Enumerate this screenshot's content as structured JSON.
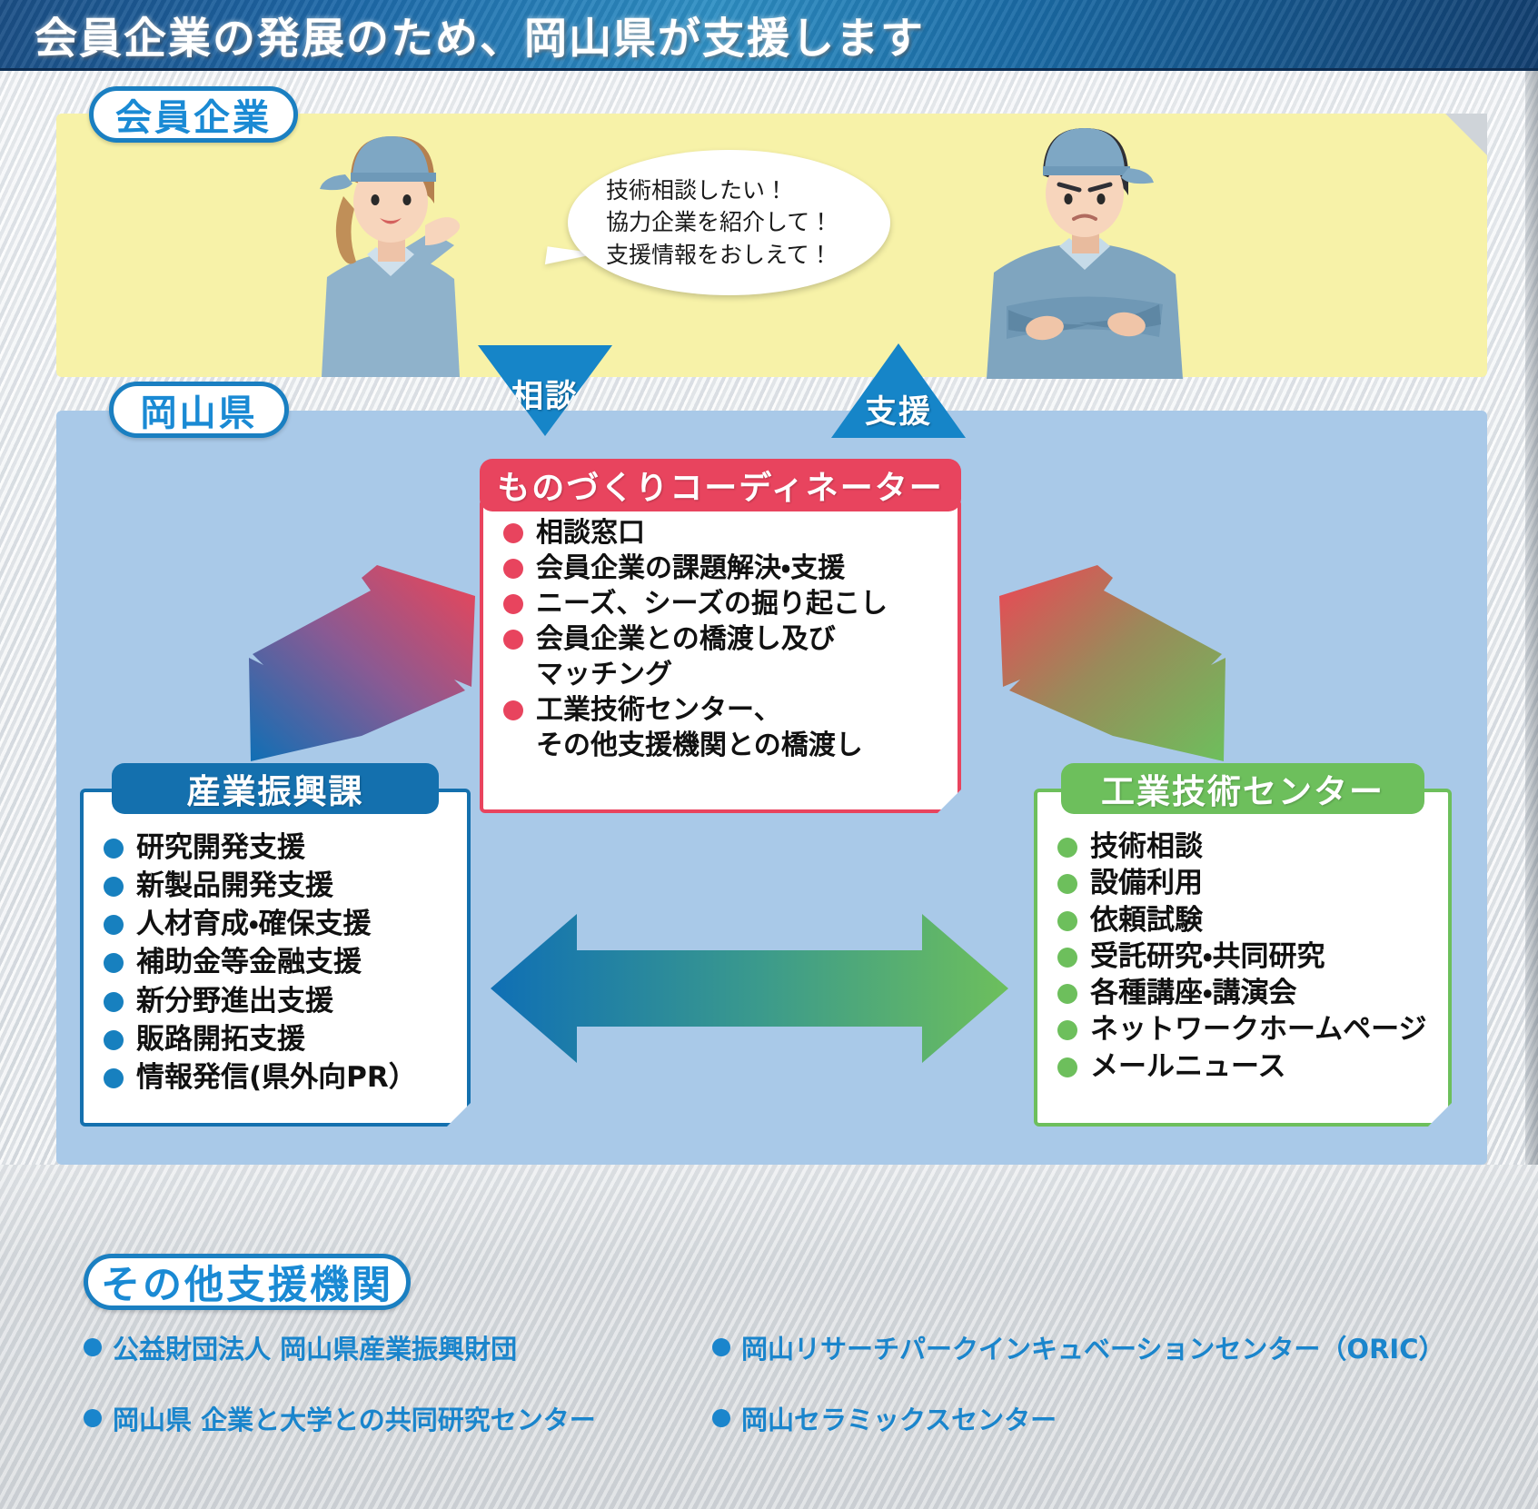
{
  "header": {
    "title": "会員企業の発展のため、岡山県が支援します"
  },
  "badges": {
    "member_company": "会員企業",
    "prefecture": "岡山県",
    "other_institutions": "その他支援機関"
  },
  "speech_bubble": {
    "lines": [
      "技術相談したい！",
      "協力企業を紹介して！",
      "支援情報をおしえて！"
    ]
  },
  "flow_arrows": {
    "consult": "相談",
    "support": "支援"
  },
  "coordinator": {
    "title": "ものづくりコーディネーター",
    "accent": "#e8445e",
    "items": [
      "相談窓口",
      "会員企業の課題解決・支援",
      "ニーズ、シーズの掘り起こし",
      "会員企業との橋渡し及び",
      "工業技術センター、"
    ],
    "sub_lines": {
      "after_item_4": "マッチング",
      "after_item_5": "その他支援機関との橋渡し"
    }
  },
  "industry_division": {
    "title": "産業振興課",
    "accent": "#1470ae",
    "items": [
      "研究開発支援",
      "新製品開発支援",
      "人材育成・確保支援",
      "補助金等金融支援",
      "新分野進出支援",
      "販路開拓支援",
      "情報発信(県外向PR）"
    ]
  },
  "tech_center": {
    "title": "工業技術センター",
    "accent": "#6dbf5c",
    "items": [
      "技術相談",
      "設備利用",
      "依頼試験",
      "受託研究・共同研究",
      "各種講座・講演会",
      "ネットワークホームページ",
      "メールニュース"
    ]
  },
  "other_institutions": {
    "items": [
      "公益財団法人 岡山県産業振興財団",
      "岡山リサーチパークインキュベーションセンター（ORIC）",
      "岡山県 企業と大学との共同研究センター",
      "岡山セラミックスセンター"
    ]
  },
  "colors": {
    "header_blue": "#1d68a8",
    "panel_yellow": "#f7f2a8",
    "panel_blue": "#a9c9e8",
    "badge_blue": "#1a8ad4",
    "arrow_blue": "#1685c8",
    "gradient_left_from": "#0f6fb5",
    "gradient_left_to": "#ef4455",
    "gradient_right_from": "#ef4455",
    "gradient_right_to": "#6dbf5c",
    "gradient_bottom_from": "#0f6fb5",
    "gradient_bottom_to": "#6dbf5c"
  }
}
